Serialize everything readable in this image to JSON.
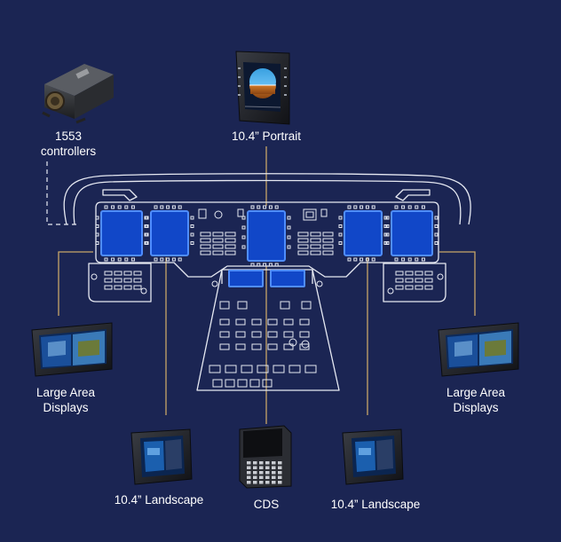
{
  "labels": {
    "controllers_line1": "1553",
    "controllers_line2": "controllers",
    "portrait": "10.4” Portrait",
    "lad_left_line1": "Large Area",
    "lad_left_line2": "Displays",
    "lad_right_line1": "Large Area",
    "lad_right_line2": "Displays",
    "landscape_left": "10.4” Landscape",
    "cds": "CDS",
    "landscape_right": "10.4” Landscape"
  },
  "colors": {
    "background": "#1b2553",
    "outline": "#e6e9f2",
    "screen_fill": "#1147c8",
    "screen_border": "#4f8dff",
    "connector": "#c8a667",
    "text": "#ffffff"
  },
  "icons": {
    "controller": "1553-controller-box-icon",
    "portrait_display": "portrait-display-icon",
    "lad_display": "large-area-display-icon",
    "landscape_display": "landscape-display-icon",
    "cds_unit": "cds-unit-icon"
  }
}
